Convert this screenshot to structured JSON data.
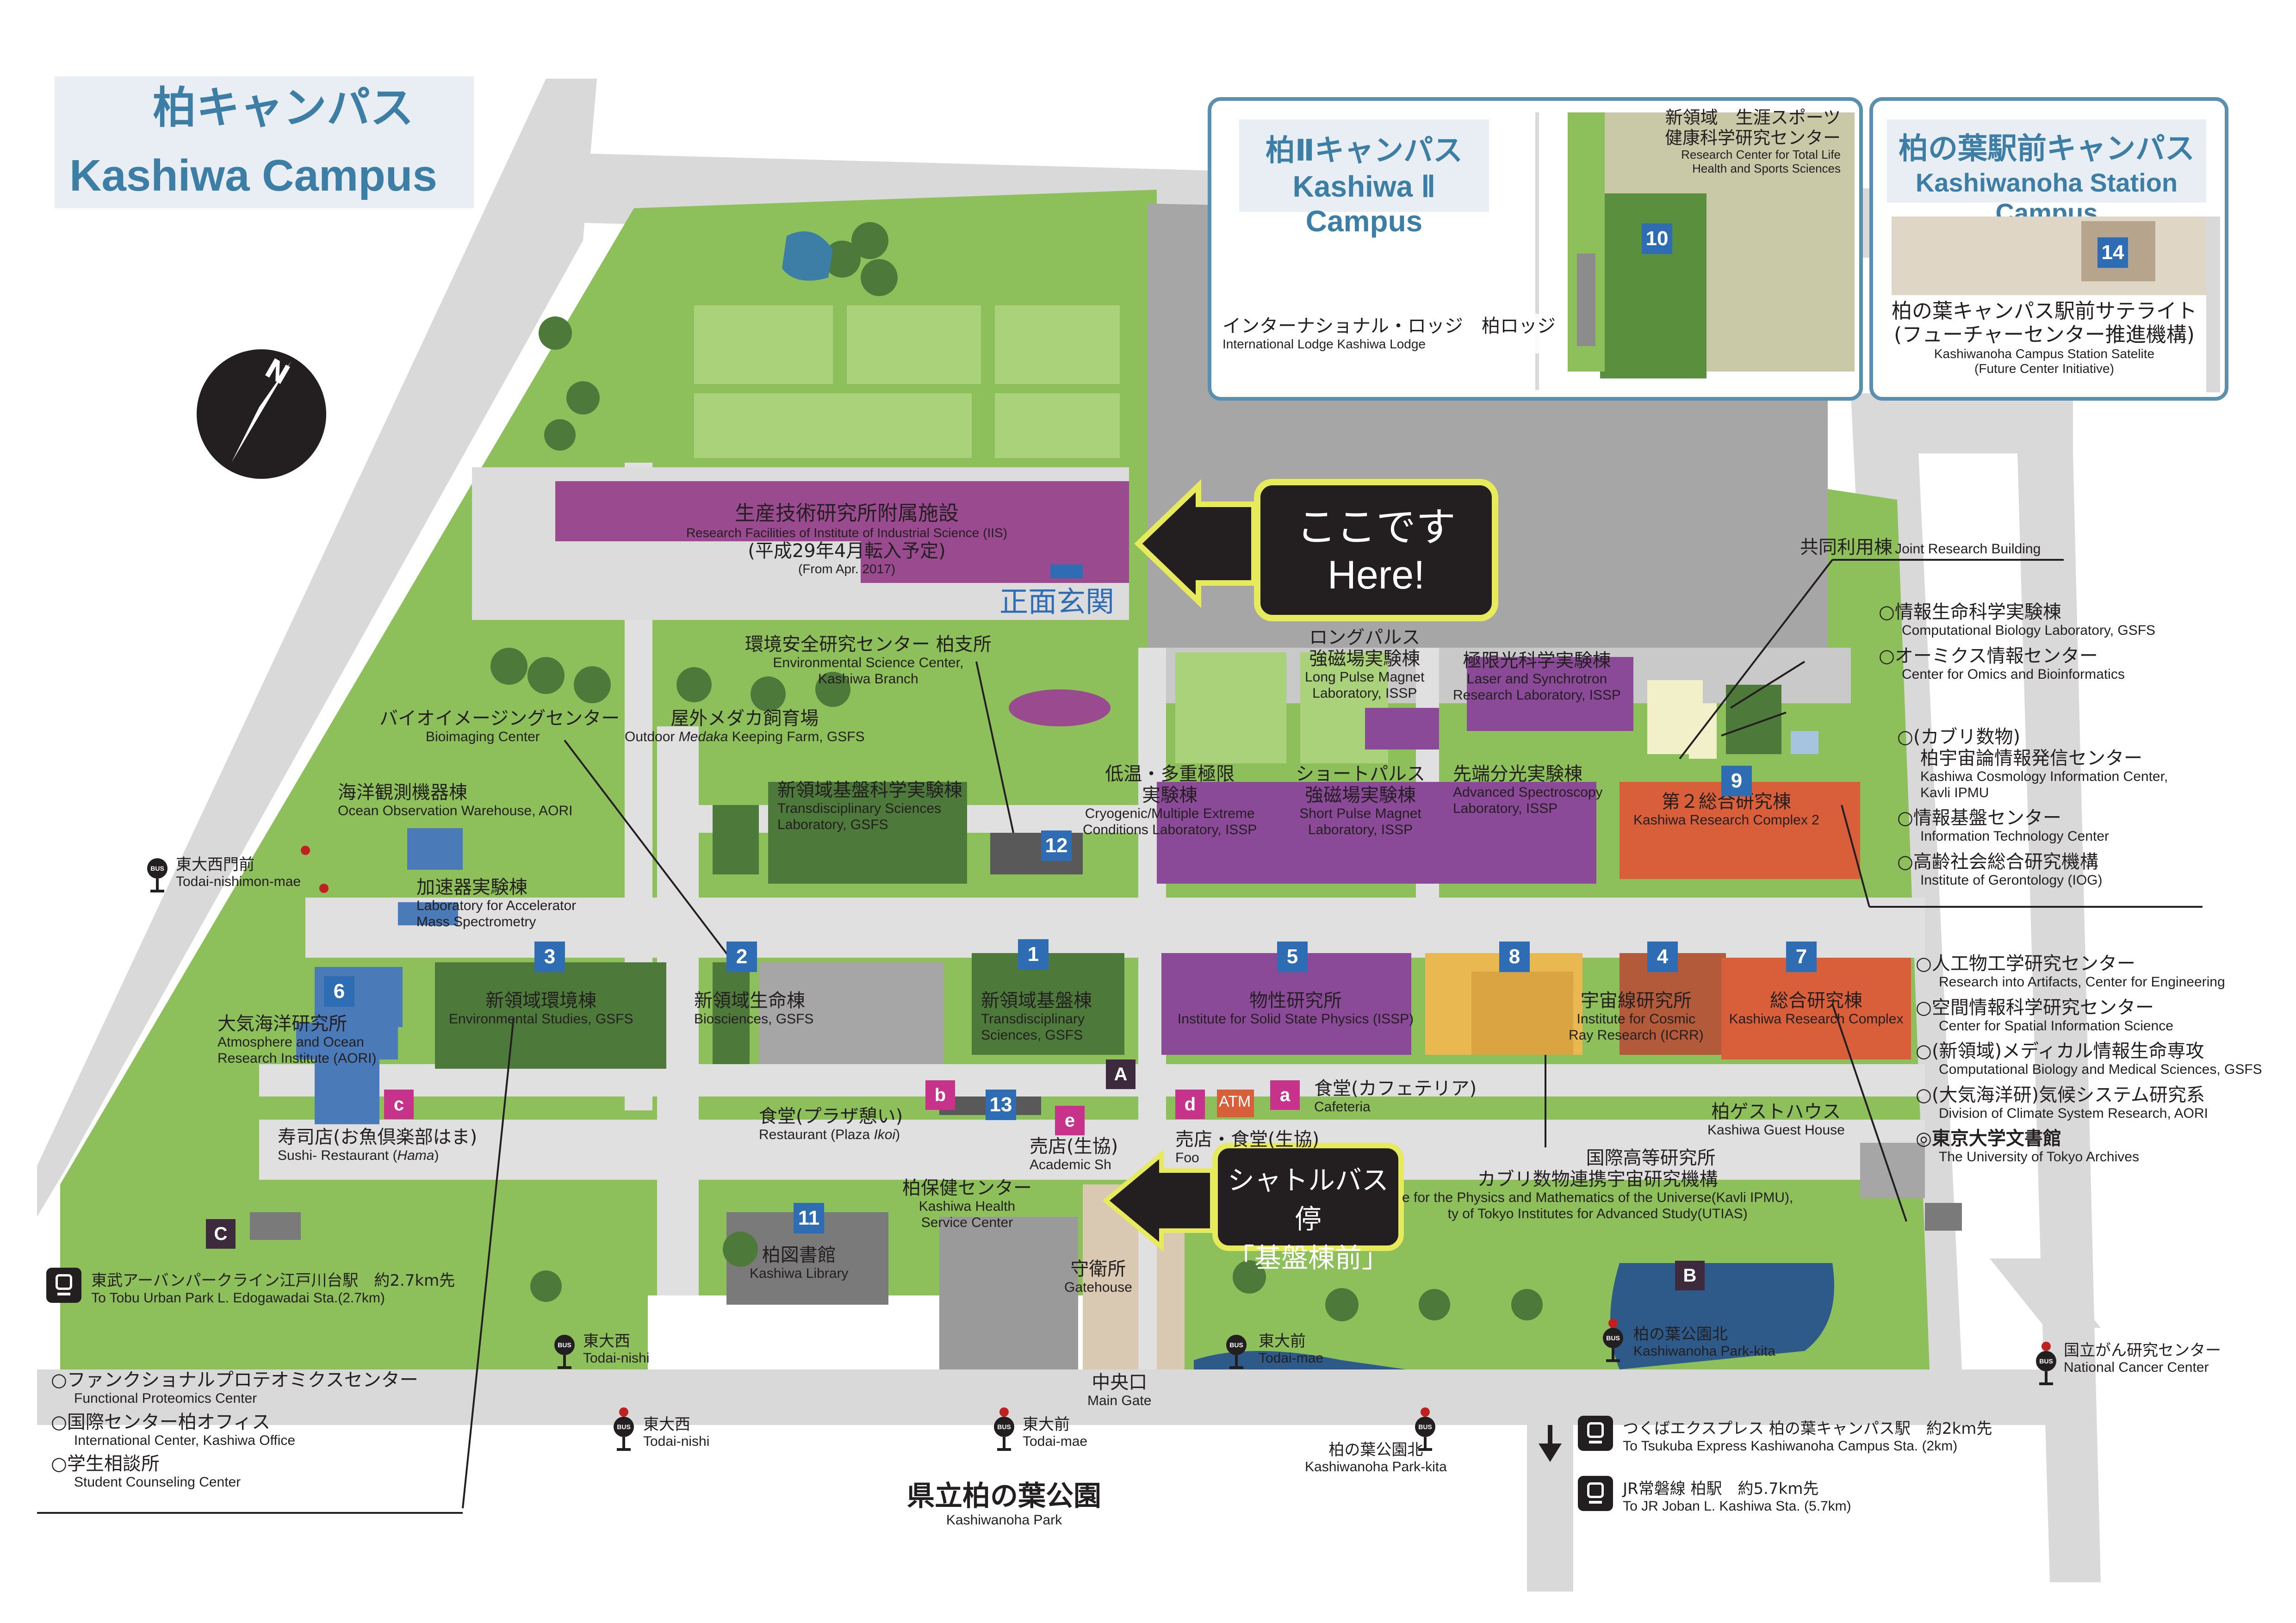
{
  "title": {
    "jp": "柏キャンパス",
    "en": "Kashiwa Campus"
  },
  "insets": {
    "kashiwa2": {
      "jp": "柏Ⅱキャンパス",
      "en": "Kashiwa Ⅱ Campus",
      "research_center": {
        "jp1": "新領域　生涯スポーツ",
        "jp2": "健康科学研究センター",
        "en1": "Research Center for Total Life",
        "en2": "Health and Sports Sciences"
      },
      "lodge": {
        "jp": "インターナショナル・ロッジ　柏ロッジ",
        "en": "International Lodge Kashiwa Lodge"
      },
      "marker": "10"
    },
    "kashiwanoha": {
      "jp": "柏の葉駅前キャンパス",
      "en": "Kashiwanoha Station Campus",
      "marker": "14",
      "satellite": {
        "jp1": "柏の葉キャンパス駅前サテライト",
        "jp2": "(フューチャーセンター推進機構)",
        "en1": "Kashiwanoha Campus Station Satelite",
        "en2": "(Future Center Initiative)"
      }
    }
  },
  "compass": {
    "letter": "N"
  },
  "here": {
    "jp": "ここです",
    "en": "Here!"
  },
  "main_entrance": "正面玄関",
  "shuttle": {
    "line1": "シャトルバス停",
    "line2": "「基盤棟前」"
  },
  "buildings": {
    "iis": {
      "jp": "生産技術研究所附属施設",
      "en": "Research Facilities of Institute of Industrial Science (IIS)",
      "jp2": "(平成29年4月転入予定)",
      "en2": "(From Apr. 2017)"
    },
    "env": {
      "jp": "環境安全研究センター 柏支所",
      "en1": "Environmental Science Center,",
      "en2": "Kashiwa Branch"
    },
    "longpulse": {
      "jp1": "ロングパルス",
      "jp2": "強磁場実験棟",
      "en1": "Long Pulse Magnet",
      "en2": "Laboratory, ISSP"
    },
    "laser": {
      "jp": "極限光科学実験棟",
      "en1": "Laser and Synchrotron",
      "en2": "Research Laboratory, ISSP"
    },
    "bioimaging": {
      "jp": "バイオイメージングセンター",
      "en": "Bioimaging Center"
    },
    "medaka": {
      "jp": "屋外メダカ飼育場",
      "en_pre": "Outdoor ",
      "en_it": "Medaka",
      "en_post": " Keeping Farm, GSFS"
    },
    "ocean": {
      "jp": "海洋観測機器棟",
      "en": "Ocean Observation Warehouse, AORI"
    },
    "transdisc": {
      "jp": "新領域基盤科学実験棟",
      "en1": "Transdisciplinary Sciences",
      "en2": "Laboratory, GSFS"
    },
    "cryogenic": {
      "jp1": "低温・多重極限",
      "jp2": "実験棟",
      "en1": "Cryogenic/Multiple Extreme",
      "en2": "Conditions Laboratory, ISSP"
    },
    "shortpulse": {
      "jp1": "ショートパルス",
      "jp2": "強磁場実験棟",
      "en1": "Short Pulse Magnet",
      "en2": "Laboratory, ISSP"
    },
    "spectroscopy": {
      "jp": "先端分光実験棟",
      "en1": "Advanced Spectroscopy",
      "en2": "Laboratory, ISSP"
    },
    "complex2": {
      "jp": "第２総合研究棟",
      "en": "Kashiwa Research Complex 2"
    },
    "accelerator": {
      "jp": "加速器実験棟",
      "en1": "Laboratory for Accelerator",
      "en2": "Mass Spectrometry"
    },
    "envstudies": {
      "jp": "新領域環境棟",
      "en": "Environmental Studies, GSFS"
    },
    "biosciences": {
      "jp": "新領域生命棟",
      "en": "Biosciences, GSFS"
    },
    "kiban": {
      "jp": "新領域基盤棟",
      "en1": "Transdisciplinary",
      "en2": "Sciences, GSFS"
    },
    "issp": {
      "jp": "物性研究所",
      "en": "Institute for Solid State Physics (ISSP)"
    },
    "icrr": {
      "jp": "宇宙線研究所",
      "en1": "Institute for Cosmic",
      "en2": "Ray Research (ICRR)"
    },
    "complex": {
      "jp": "総合研究棟",
      "en": "Kashiwa Research Complex"
    },
    "aori": {
      "jp": "大気海洋研究所",
      "en1": "Atmosphere and Ocean",
      "en2": "Research Institute (AORI)"
    },
    "sushi": {
      "jp": "寿司店(お魚倶楽部はま)",
      "en_pre": "Sushi- Restaurant (",
      "en_it": "Hama",
      "en_post": ")"
    },
    "restaurant": {
      "jp": "食堂(プラザ憩い)",
      "en_pre": "Restaurant (Plaza ",
      "en_it": "Ikoi",
      "en_post": ")"
    },
    "shop": {
      "jp": "売店(生協)",
      "en": "Academic Sh"
    },
    "foodshop": {
      "jp": "売店・食堂(生協)",
      "en": "Foo"
    },
    "cafeteria": {
      "jp": "食堂(カフェテリア)",
      "en": "Cafeteria"
    },
    "guesthouse": {
      "jp": "柏ゲストハウス",
      "en": "Kashiwa Guest House"
    },
    "ipmu": {
      "jp1": "国際高等研究所",
      "jp2": "カブリ数物連携宇宙研究機構",
      "en1": "e for the Physics and Mathematics of the Universe(Kavli IPMU),",
      "en2": "ty of Tokyo Institutes for Advanced Study(UTIAS)"
    },
    "health": {
      "jp": "柏保健センター",
      "en1": "Kashiwa Health",
      "en2": "Service Center"
    },
    "library": {
      "jp": "柏図書館",
      "en": "Kashiwa Library"
    },
    "gatehouse": {
      "jp": "守衛所",
      "en": "Gatehouse"
    },
    "maingate": {
      "jp": "中央口",
      "en": "Main Gate"
    },
    "joint": {
      "jp": "共同利用棟",
      "en": "Joint Research Building"
    },
    "park": {
      "jp": "県立柏の葉公園",
      "en": "Kashiwanoha  Park"
    },
    "atm": "ATM"
  },
  "numbers": {
    "n1": "1",
    "n2": "2",
    "n3": "3",
    "n4": "4",
    "n5": "5",
    "n6": "6",
    "n7": "7",
    "n8": "8",
    "n9": "9",
    "n11": "11",
    "n12": "12",
    "n13": "13"
  },
  "letters": {
    "A": "A",
    "B": "B",
    "C": "C",
    "a": "a",
    "b": "b",
    "c": "c",
    "d": "d",
    "e": "e"
  },
  "bus_stops": {
    "nishimon": {
      "jp": "東大西門前",
      "en": "Todai-nishimon-mae"
    },
    "nishi_in": {
      "jp": "東大西",
      "en": "Todai-nishi"
    },
    "mae_in": {
      "jp": "東大前",
      "en": "Todai-mae"
    },
    "kita_in": {
      "jp": "柏の葉公園北",
      "en": "Kashiwanoha Park-kita"
    },
    "nishi_out": {
      "jp": "東大西",
      "en": "Todai-nishi"
    },
    "mae_out": {
      "jp": "東大前",
      "en": "Todai-mae"
    },
    "kita_out": {
      "jp": "柏の葉公園北",
      "en": "Kashiwanoha Park-kita"
    },
    "cancer": {
      "jp": "国立がん研究センター",
      "en": "National Cancer Center"
    },
    "icon": "BUS"
  },
  "transit": {
    "tobu": {
      "jp": "東武アーバンパークライン江戸川台駅　約2.7km先",
      "en": "To Tobu Urban Park L. Edogawadai Sta.(2.7km)"
    },
    "tx": {
      "jp": "つくばエクスプレス 柏の葉キャンパス駅　約2km先",
      "en": "To Tsukuba Express Kashiwanoha Campus Sta. (2km)"
    },
    "jr": {
      "jp": "JR常磐線 柏駅　約5.7km先",
      "en": "To JR Joban L. Kashiwa Sta. (5.7km)"
    }
  },
  "left_list": [
    {
      "jp": "○ファンクショナルプロテオミクスセンター",
      "en": "Functional Proteomics Center"
    },
    {
      "jp": "○国際センター柏オフィス",
      "en": "International Center, Kashiwa Office"
    },
    {
      "jp": "○学生相談所",
      "en": "Student Counseling Center"
    }
  ],
  "right_list_top": [
    {
      "jp": "○情報生命科学実験棟",
      "en": "Computational Biology Laboratory, GSFS"
    },
    {
      "jp": "○オーミクス情報センター",
      "en": "Center for Omics and Bioinformatics"
    }
  ],
  "right_list_mid": [
    {
      "jp": "○(カブリ数物)",
      "jp2": "柏宇宙論情報発信センター",
      "en": "Kashiwa Cosmology  Information Center,",
      "en2": "Kavli IPMU"
    },
    {
      "jp": "○情報基盤センター",
      "en": "Information Technology Center"
    },
    {
      "jp": "○高齢社会総合研究機構",
      "en": "Institute of Gerontology (IOG)"
    }
  ],
  "right_list_bottom": [
    {
      "jp": "○人工物工学研究センター",
      "en": "Research into Artifacts, Center for Engineering"
    },
    {
      "jp": "○空間情報科学研究センター",
      "en": "Center for Spatial  Information Science"
    },
    {
      "jp": "○(新領域)メディカル情報生命専攻",
      "en": "Computational Biology and Medical Sciences, GSFS"
    },
    {
      "jp": "○(大気海洋研)気候システム研究系",
      "en": "Division of Climate System Research, AORI"
    },
    {
      "jp": "◎東京大学文書館",
      "en": "The University of Tokyo Archives"
    }
  ],
  "colors": {
    "green": "#8dc05a",
    "road": "#d9d9d9",
    "purple": "#8b4a97",
    "darkgreen": "#4d7a3a",
    "orange": "#d95f3b",
    "gold": "#d9a441",
    "blue": "#2e6db4",
    "magenta": "#9a4a8e"
  }
}
